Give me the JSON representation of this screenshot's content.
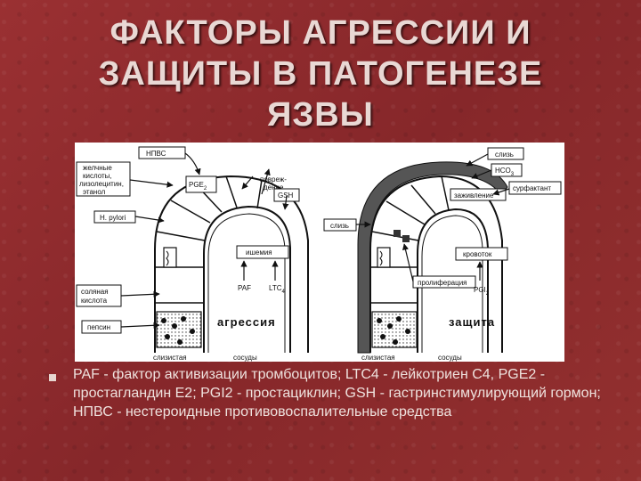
{
  "title": {
    "line1": "ФАКТОРЫ АГРЕССИИ И",
    "line2": "ЗАЩИТЫ В ПАТОГЕНЕЗЕ",
    "line3": "ЯЗВЫ"
  },
  "left_panel": {
    "labels": {
      "npvs": "НПВС",
      "bile1": "желчные",
      "bile2": "кислоты,",
      "bile3": "лизолецитин,",
      "bile4": "этанол",
      "pylori": "H. pylori",
      "pge2": "PGE",
      "pge2_sub": "2",
      "damage1": "повреж-",
      "damage2": "дение",
      "gsh": "GSH",
      "ischemia": "ишемия",
      "paf": "PAF",
      "ltc4": "LTC",
      "ltc4_sub": "4",
      "hcl1": "соляная",
      "hcl2": "кислота",
      "pepsin": "пепсин",
      "main": "агрессия",
      "mucosa": "слизистая",
      "vessels": "сосуды"
    }
  },
  "right_panel": {
    "labels": {
      "mucus_top": "слизь",
      "hco3": "HCO",
      "hco3_sub": "3",
      "healing": "заживление",
      "surfactant": "сурфактант",
      "mucus_left": "слизь",
      "bloodflow": "кровоток",
      "proliferation": "пролиферация",
      "pgi2": "PGI",
      "pgi2_sub": "2",
      "main": "защита",
      "mucosa": "слизистая",
      "vessels": "сосуды"
    }
  },
  "caption": "PAF - фактор активизации тромбоцитов; LTC4 - лейкотриен С4, PGE2 - простагландин Е2; PGI2 - простациклин; GSH - гастринстимулирующий гормон; НПВС - нестероидные противовоспалительные средства"
}
